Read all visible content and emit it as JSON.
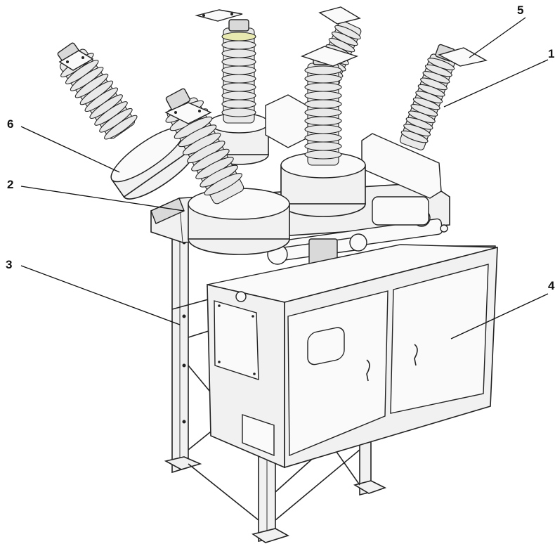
{
  "callouts": [
    {
      "id": "c1",
      "text": "1"
    },
    {
      "id": "c2",
      "text": "2"
    },
    {
      "id": "c3",
      "text": "3"
    },
    {
      "id": "c4",
      "text": "4"
    },
    {
      "id": "c5",
      "text": "5"
    },
    {
      "id": "c6",
      "text": "6"
    }
  ]
}
